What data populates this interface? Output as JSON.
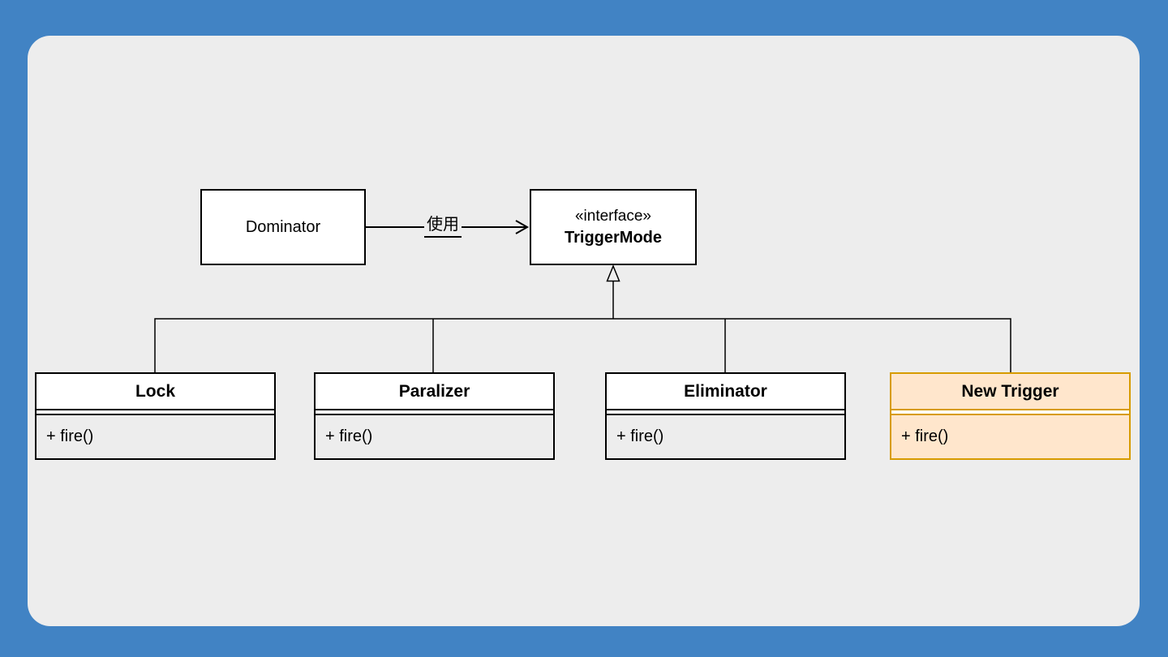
{
  "colors": {
    "page_background": "#4183c4",
    "canvas_background": "#ededed",
    "node_fill": "#ffffff",
    "node_stroke": "#000000",
    "highlight_fill": "#ffe6cc",
    "highlight_stroke": "#d79b00",
    "text_color": "#000000"
  },
  "diagram": {
    "dominator": {
      "name": "Dominator"
    },
    "interface": {
      "stereotype": "«interface»",
      "name": "TriggerMode"
    },
    "use_edge": {
      "label": "使用"
    },
    "classes": [
      {
        "name": "Lock",
        "method": "+ fire()",
        "highlighted": false
      },
      {
        "name": "Paralizer",
        "method": "+ fire()",
        "highlighted": false
      },
      {
        "name": "Eliminator",
        "method": "+ fire()",
        "highlighted": false
      },
      {
        "name": "New Trigger",
        "method": "+ fire()",
        "highlighted": true
      }
    ]
  }
}
